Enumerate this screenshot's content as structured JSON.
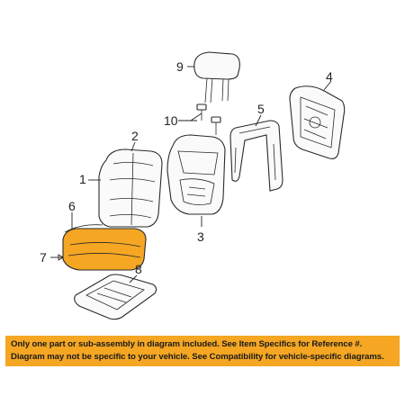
{
  "callouts": {
    "c1": "1",
    "c2": "2",
    "c3": "3",
    "c4": "4",
    "c5": "5",
    "c6": "6",
    "c7": "7",
    "c8": "8",
    "c9": "9",
    "c10": "10"
  },
  "highlight_color": "#f5a623",
  "banner": {
    "line1": "Only one part or sub-assembly in diagram included. See Item Specifics for Reference #.",
    "line2": "Diagram may not be specific to your vehicle. See Compatibility for vehicle-specific diagrams."
  }
}
